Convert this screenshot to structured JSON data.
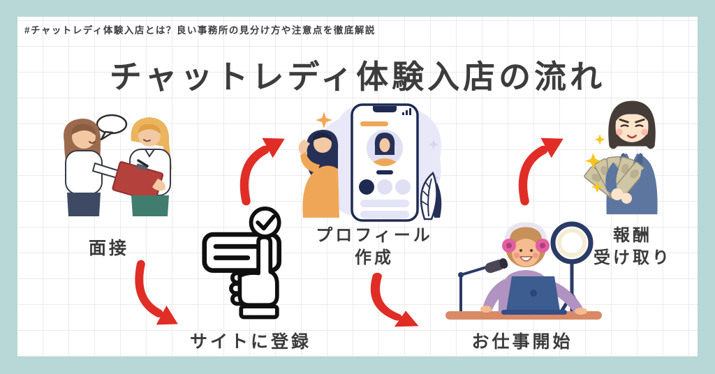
{
  "meta": {
    "hashtag": "#チャットレディ体験入店とは？良い事務所の見分け方や注意点を徹底解説",
    "title": "チャットレディ体験入店の流れ"
  },
  "colors": {
    "frame": "#b7d8d6",
    "paper": "#ffffff",
    "grid_line": "#ebebeb",
    "text": "#3c3c3c",
    "arrow_red": "#e02d26",
    "accent_orange": "#efa757",
    "accent_navy": "#273057",
    "accent_lavender": "#e8e8f9",
    "clipboard_red": "#b5413c",
    "blazer_blue": "#5c76a0",
    "sweater_purple": "#b193c1",
    "sparkle_yellow": "#f7c51e"
  },
  "steps": [
    {
      "id": "interview",
      "label": "面接",
      "icon": "interview-illustration"
    },
    {
      "id": "register",
      "label": "サイトに登録",
      "icon": "register-click-icon"
    },
    {
      "id": "profile",
      "label": "プロフィール作成",
      "label_lines": [
        "プロフィール",
        "作成"
      ],
      "icon": "smartphone-profile-illustration"
    },
    {
      "id": "start-work",
      "label": "お仕事開始",
      "icon": "streaming-setup-illustration"
    },
    {
      "id": "reward",
      "label": "報酬受け取り",
      "label_lines": [
        "報酬",
        "受け取り"
      ],
      "icon": "money-received-illustration"
    }
  ],
  "flow": {
    "arrow_directions": [
      "down-right",
      "up-right",
      "down-right",
      "up-right"
    ]
  }
}
